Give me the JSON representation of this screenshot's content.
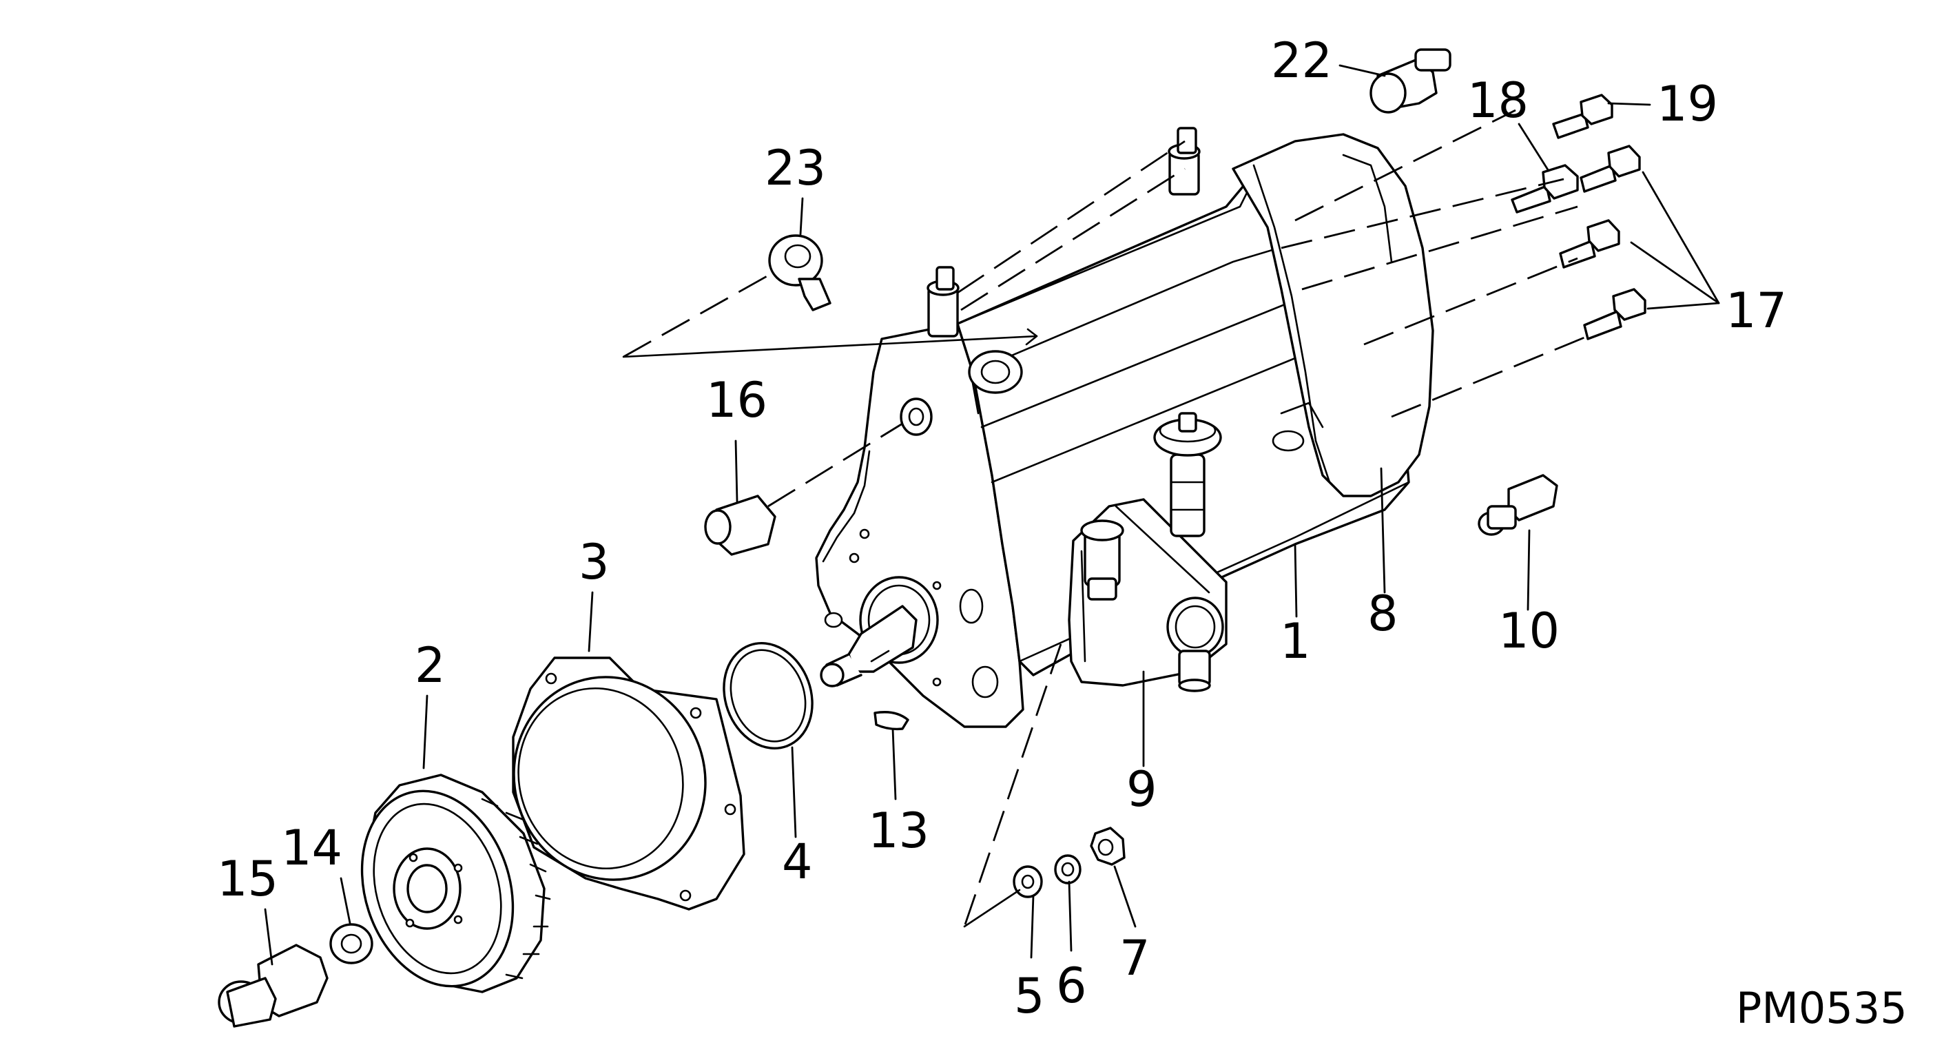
{
  "drawing_code": "PM0535",
  "callouts": [
    {
      "id": "c1",
      "text": "1"
    },
    {
      "id": "c2",
      "text": "2"
    },
    {
      "id": "c3",
      "text": "3"
    },
    {
      "id": "c4",
      "text": "4"
    },
    {
      "id": "c5",
      "text": "5"
    },
    {
      "id": "c6",
      "text": "6"
    },
    {
      "id": "c7",
      "text": "7"
    },
    {
      "id": "c8",
      "text": "8"
    },
    {
      "id": "c9",
      "text": "9"
    },
    {
      "id": "c10",
      "text": "10"
    },
    {
      "id": "c13",
      "text": "13"
    },
    {
      "id": "c14",
      "text": "14"
    },
    {
      "id": "c15",
      "text": "15"
    },
    {
      "id": "c16",
      "text": "16"
    },
    {
      "id": "c17",
      "text": "17"
    },
    {
      "id": "c18",
      "text": "18"
    },
    {
      "id": "c19",
      "text": "19"
    },
    {
      "id": "c22",
      "text": "22"
    },
    {
      "id": "c23",
      "text": "23"
    }
  ]
}
